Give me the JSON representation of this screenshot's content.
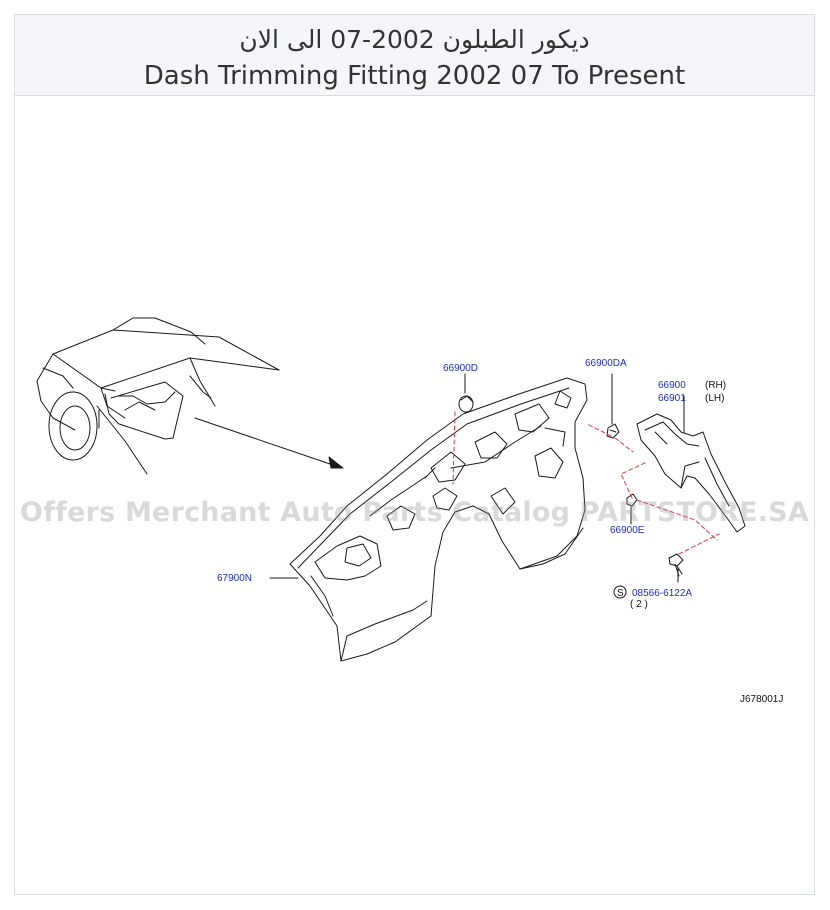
{
  "header": {
    "title_ar": "ديكور الطبلون 2002-07 الى الان",
    "title_en": "Dash Trimming Fitting 2002 07 To Present"
  },
  "watermark": "Offers Merchant Auto Parts Catalog PARTSTORE.SA",
  "diagram": {
    "callouts": {
      "grommet": "66900D",
      "clip_top": "66900DA",
      "trim_rh": "66900",
      "trim_lh": "66901",
      "rh": "(RH)",
      "lh": "(LH)",
      "clip_lower": "66900E",
      "insulator": "67900N",
      "screw_symbol": "S",
      "screw": "08566-6122A",
      "screw_qty": "( 2 )"
    },
    "drawing_code": "J678001J",
    "colors": {
      "callout": "#1c2fc4",
      "leader_dashed": "#e23b3b",
      "line": "#1a1a1a"
    }
  }
}
